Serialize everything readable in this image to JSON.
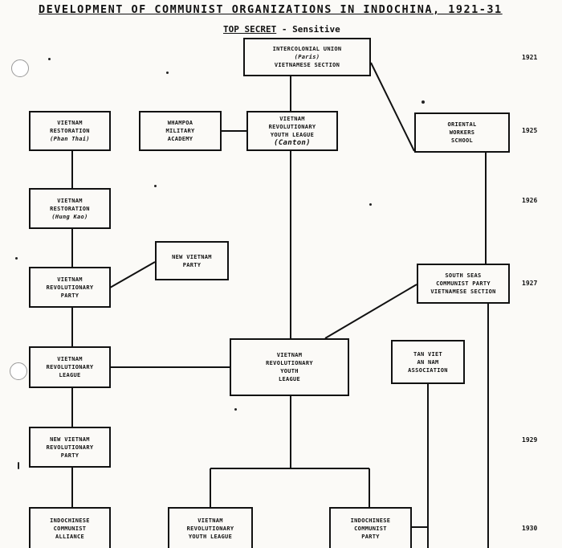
{
  "title": "DEVELOPMENT OF COMMUNIST ORGANIZATIONS IN INDOCHINA, 1921-31",
  "classification": {
    "label": "TOP SECRET",
    "suffix": " - Sensitive"
  },
  "years": [
    "1921",
    "1925",
    "1926",
    "1927",
    "1929",
    "1930"
  ],
  "boxes": {
    "intercolonial": [
      "INTERCOLONIAL UNION",
      "(Paris)",
      "VIETNAMESE SECTION"
    ],
    "restoration_phan": [
      "VIETNAM",
      "RESTORATION",
      "(Phan Thai)"
    ],
    "whampoa": [
      "WHAMPOA",
      "MILITARY",
      "ACADEMY"
    ],
    "youth_league_canton": [
      "VIETNAM",
      "REVOLUTIONARY",
      "YOUTH LEAGUE",
      "(Canton)"
    ],
    "oriental_workers": [
      "ORIENTAL",
      "WORKERS",
      "SCHOOL"
    ],
    "restoration_hung": [
      "VIETNAM",
      "RESTORATION",
      "(Hung Kao)"
    ],
    "new_vietnam_party_1": [
      "NEW VIETNAM",
      "PARTY"
    ],
    "revolutionary_party": [
      "VIETNAM",
      "REVOLUTIONARY",
      "PARTY"
    ],
    "south_seas": [
      "SOUTH SEAS",
      "COMMUNIST PARTY",
      "VIETNAMESE SECTION"
    ],
    "revolutionary_league": [
      "VIETNAM",
      "REVOLUTIONARY",
      "LEAGUE"
    ],
    "youth_league_center": [
      "VIETNAM",
      "REVOLUTIONARY",
      "YOUTH",
      "LEAGUE"
    ],
    "tan_viet": [
      "TAN VIET",
      "AN NAM",
      "ASSOCIATION"
    ],
    "new_vietnam_revolutionary_party": [
      "NEW VIETNAM",
      "REVOLUTIONARY",
      "PARTY"
    ],
    "indochinese_alliance": [
      "INDOCHINESE",
      "COMMUNIST",
      "ALLIANCE"
    ],
    "youth_league_bottom": [
      "VIETNAM",
      "REVOLUTIONARY",
      "YOUTH LEAGUE"
    ],
    "indochinese_party": [
      "INDOCHINESE",
      "COMMUNIST",
      "PARTY"
    ]
  },
  "colors": {
    "ink": "#111111",
    "paper": "#fbfaf7"
  }
}
